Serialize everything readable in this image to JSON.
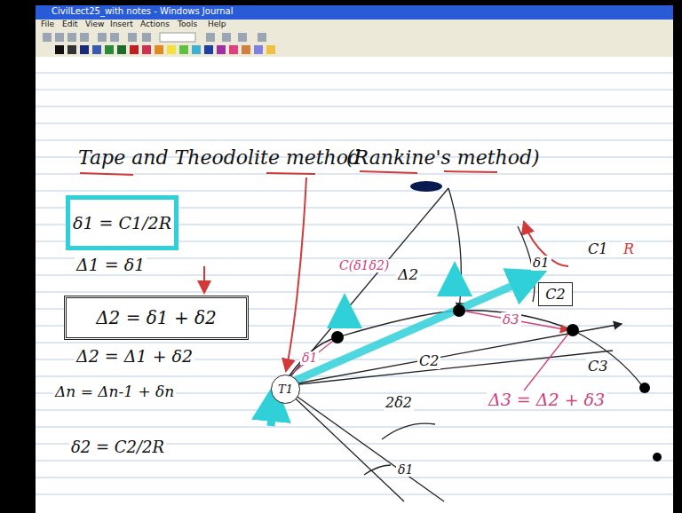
{
  "diagram": {
    "title": "Tape and Theodolite method",
    "nodes": [
      {
        "text": [
          "δ1 = C1/2R"
        ]
      },
      {
        "text": [
          "Δ2 = δ1 + δ2"
        ]
      },
      {
        "text": [
          "T1"
        ]
      },
      {
        "text": [
          "C2"
        ]
      }
    ],
    "labels": [
      "CivilLect25_with notes - Windows Journal",
      "File",
      "Edit",
      "View",
      "Insert",
      "Actions",
      "Tools",
      "Help",
      "(Rankine's method)",
      "Δ1 = δ1",
      "Δ2 = Δ1 + δ2",
      "Δn = Δn-1 + δn",
      "δ2 = C2/2R",
      "C(δ1δ2)",
      "Δ2",
      "C1",
      "R",
      "δ1",
      "δ1",
      "C2",
      "δ3",
      "C3",
      "Δ3 = Δ2 + δ3",
      "2δ2",
      "δ1"
    ]
  }
}
